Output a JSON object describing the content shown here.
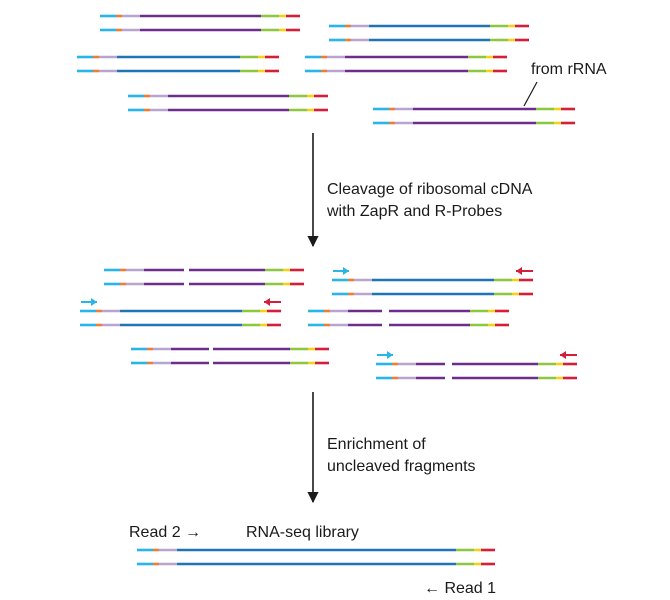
{
  "colors": {
    "cyan": "#29b5e8",
    "orange": "#ee7d35",
    "lavender": "#b9a3cf",
    "purple": "#6d2d8e",
    "blue": "#1f74b5",
    "green": "#8dc63f",
    "yellow": "#f5d21a",
    "red": "#d41f3a",
    "arrow": "#1a1a1a"
  },
  "labels": {
    "from_rrna": "from rRNA",
    "step1_line1": "Cleavage of ribosomal cDNA",
    "step1_line2": "with ZapR and R-Probes",
    "step2_line1": "Enrichment of",
    "step2_line2": "uncleaved fragments",
    "read2": "Read 2 →",
    "library": "RNA-seq library",
    "read1": "← Read 1"
  }
}
